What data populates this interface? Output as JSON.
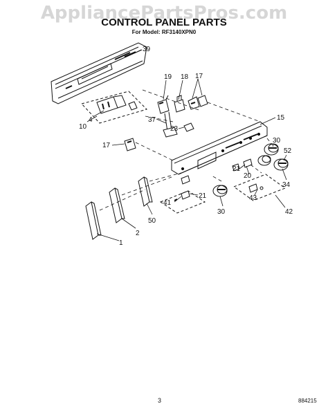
{
  "watermark": "AppliancePartsPros.com",
  "title": "CONTROL PANEL PARTS",
  "subtitle": "For Model: RF3140XPN0",
  "page_number": "3",
  "drawing_number": "884215",
  "callouts": [
    {
      "id": "c39",
      "label": "39"
    },
    {
      "id": "c19",
      "label": "19"
    },
    {
      "id": "c18",
      "label": "18"
    },
    {
      "id": "c17a",
      "label": "17"
    },
    {
      "id": "c15",
      "label": "15"
    },
    {
      "id": "c4",
      "label": "4"
    },
    {
      "id": "c10",
      "label": "10"
    },
    {
      "id": "c37",
      "label": "37"
    },
    {
      "id": "c23",
      "label": "23"
    },
    {
      "id": "c17b",
      "label": "17"
    },
    {
      "id": "c30a",
      "label": "30"
    },
    {
      "id": "c52",
      "label": "52"
    },
    {
      "id": "c21a",
      "label": "21"
    },
    {
      "id": "c20",
      "label": "20"
    },
    {
      "id": "c34",
      "label": "34"
    },
    {
      "id": "c41",
      "label": "41"
    },
    {
      "id": "c21b",
      "label": "21"
    },
    {
      "id": "c43",
      "label": "43"
    },
    {
      "id": "c42",
      "label": "42"
    },
    {
      "id": "c30b",
      "label": "30"
    },
    {
      "id": "c50",
      "label": "50"
    },
    {
      "id": "c2",
      "label": "2"
    },
    {
      "id": "c1",
      "label": "1"
    }
  ]
}
